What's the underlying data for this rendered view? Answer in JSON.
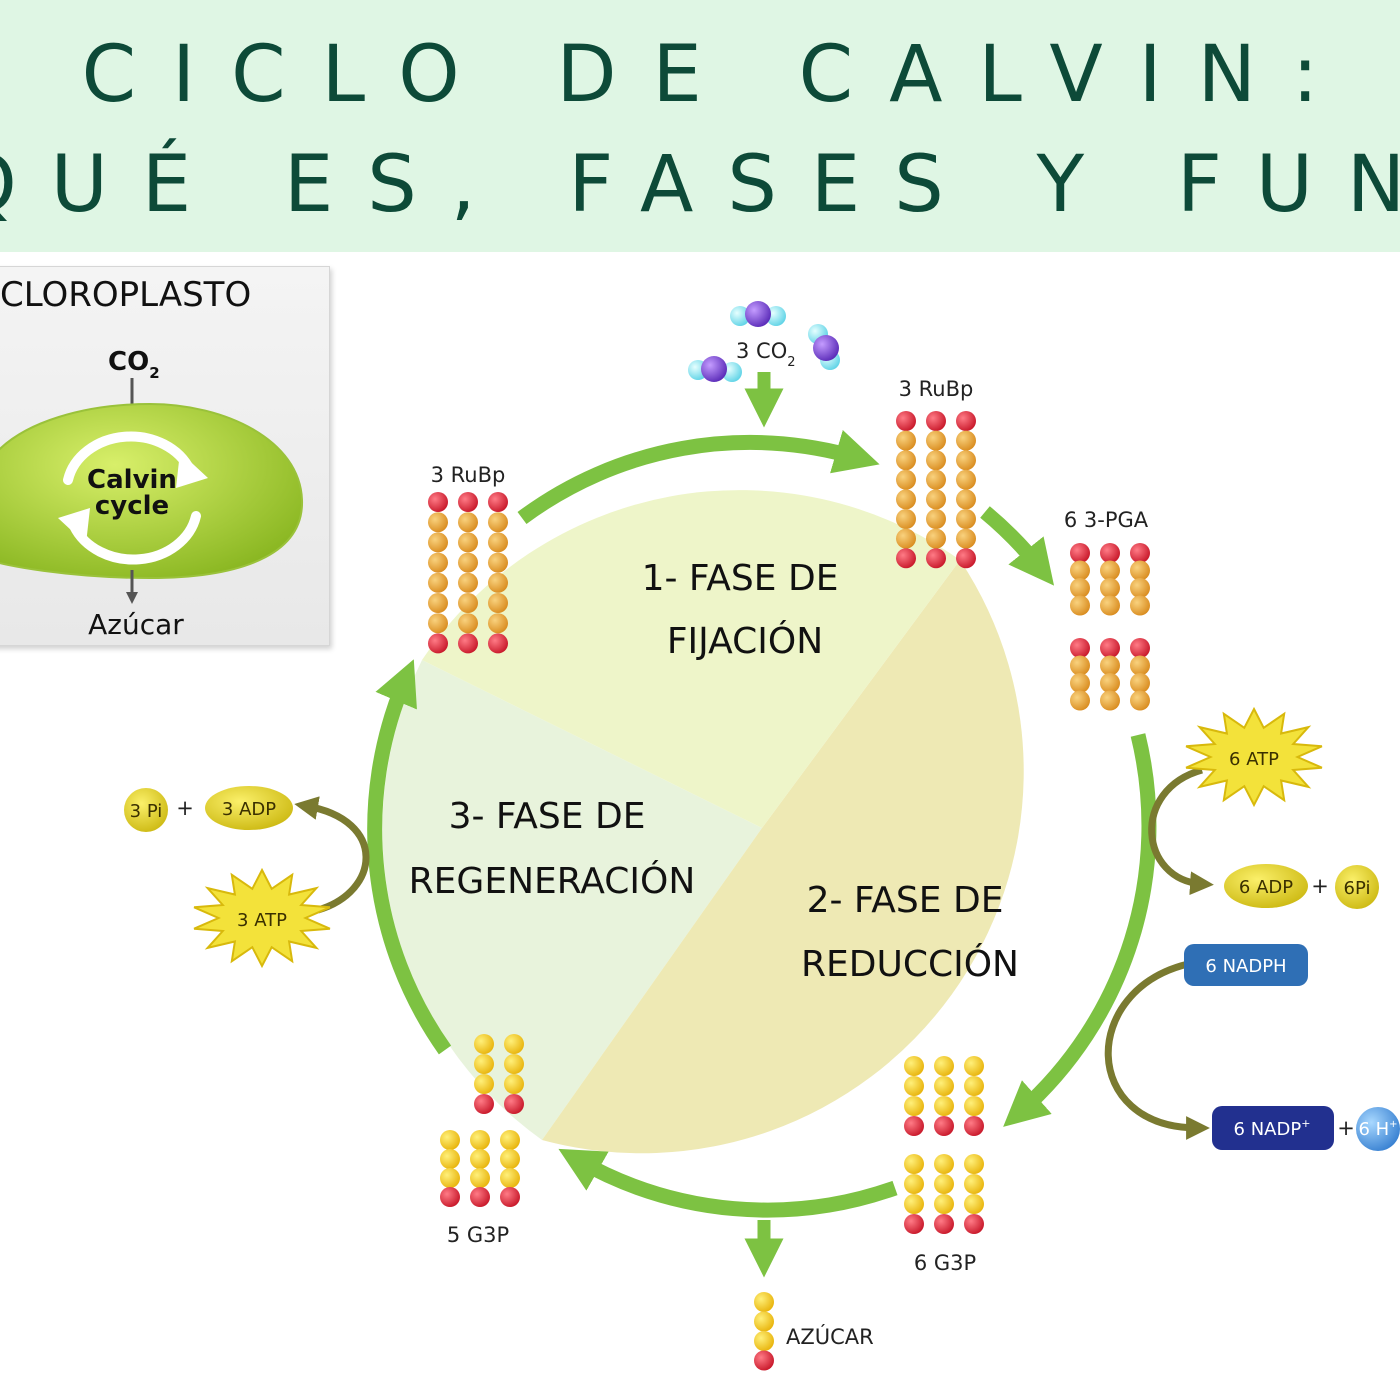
{
  "title": {
    "line1": "CICLO DE CALVIN:",
    "line2": "¿QUÉ ES, FASES Y FUNCIÓN?"
  },
  "inset": {
    "heading": "CLOROPLASTO",
    "co2": "CO",
    "co2_sub": "2",
    "cycle_line1": "Calvin",
    "cycle_line2": "cycle",
    "output": "Azúcar"
  },
  "phases": {
    "fixation_line1": "1- FASE DE",
    "fixation_line2": "FIJACIÓN",
    "reduction_line1": "2- FASE DE",
    "reduction_line2": "REDUCCIÓN",
    "regeneration_line1": "3- FASE DE",
    "regeneration_line2": "REGENERACIÓN"
  },
  "molecules": {
    "co2_input": "3 CO",
    "co2_input_sub": "2",
    "rubp_top": "3 RuBp",
    "rubp_left": "3 RuBp",
    "pga": "6 3-PGA",
    "g3p_6": "6 G3P",
    "g3p_5": "5 G3P",
    "sugar": "AZÚCAR"
  },
  "cofactors": {
    "atp_6": "6 ATP",
    "adp_6": "6 ADP",
    "pi_6": "6Pi",
    "nadph_6": "6 NADPH",
    "nadp_6": "6 NADP",
    "nadp_sup": "+",
    "h_6": "6 H",
    "h_sup": "+",
    "atp_3": "3 ATP",
    "adp_3": "3 ADP",
    "pi_3": "3 Pi",
    "plus": "+"
  },
  "colors": {
    "header_bg": "#dff6e4",
    "title": "#0d4a38",
    "cycle_arrow": "#7dc242",
    "fixation_fill": "#eef5c9",
    "reduction_fill": "#eee9b4",
    "regeneration_fill": "#e8f3dc",
    "carbon": "#e8a23a",
    "phosphate": "#de2b3c",
    "g3p_carbon": "#f2c21c",
    "side_arrow": "#7a7a30",
    "nadph": "#2f6fb5",
    "nadp": "#22308f"
  }
}
